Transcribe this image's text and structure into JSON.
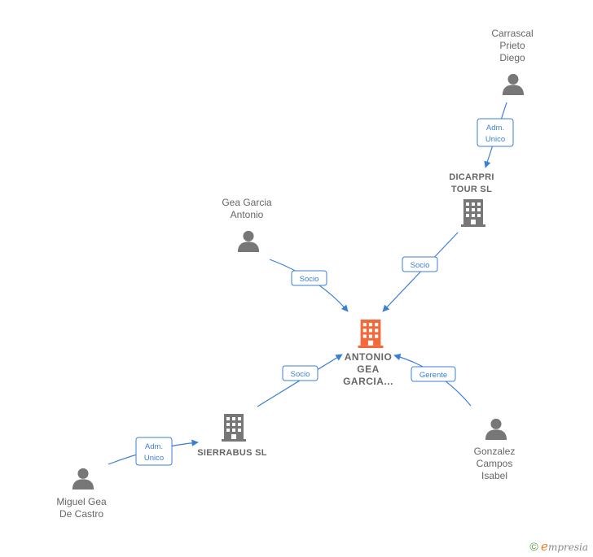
{
  "nodes": {
    "carrascal": {
      "lines": [
        "Carrascal",
        "Prieto",
        "Diego"
      ],
      "kind": "person"
    },
    "dicarpri": {
      "lines": [
        "DICARPRI",
        "TOUR SL"
      ],
      "kind": "company"
    },
    "gea_garcia": {
      "lines": [
        "Gea Garcia",
        "Antonio"
      ],
      "kind": "person"
    },
    "main": {
      "lines": [
        "ANTONIO",
        "GEA",
        "GARCIA..."
      ],
      "kind": "main-company"
    },
    "sierrabus": {
      "lines": [
        "SIERRABUS SL"
      ],
      "kind": "company"
    },
    "gonzalez": {
      "lines": [
        "Gonzalez",
        "Campos",
        "Isabel"
      ],
      "kind": "person"
    },
    "miguel": {
      "lines": [
        "Miguel Gea",
        "De Castro"
      ],
      "kind": "person"
    }
  },
  "edges": [
    {
      "id": "e1",
      "label": [
        "Adm.",
        "Unico"
      ]
    },
    {
      "id": "e2",
      "label": [
        "Socio"
      ]
    },
    {
      "id": "e3",
      "label": [
        "Socio"
      ]
    },
    {
      "id": "e4",
      "label": [
        "Socio"
      ]
    },
    {
      "id": "e5",
      "label": [
        "Gerente"
      ]
    },
    {
      "id": "e6",
      "label": [
        "Adm.",
        "Unico"
      ]
    }
  ],
  "colors": {
    "edge": "#3b7fd4",
    "node": "#777777",
    "main": "#f26a3b"
  },
  "brand": {
    "copyright": "©",
    "e": "e",
    "rest": "mpresia"
  }
}
